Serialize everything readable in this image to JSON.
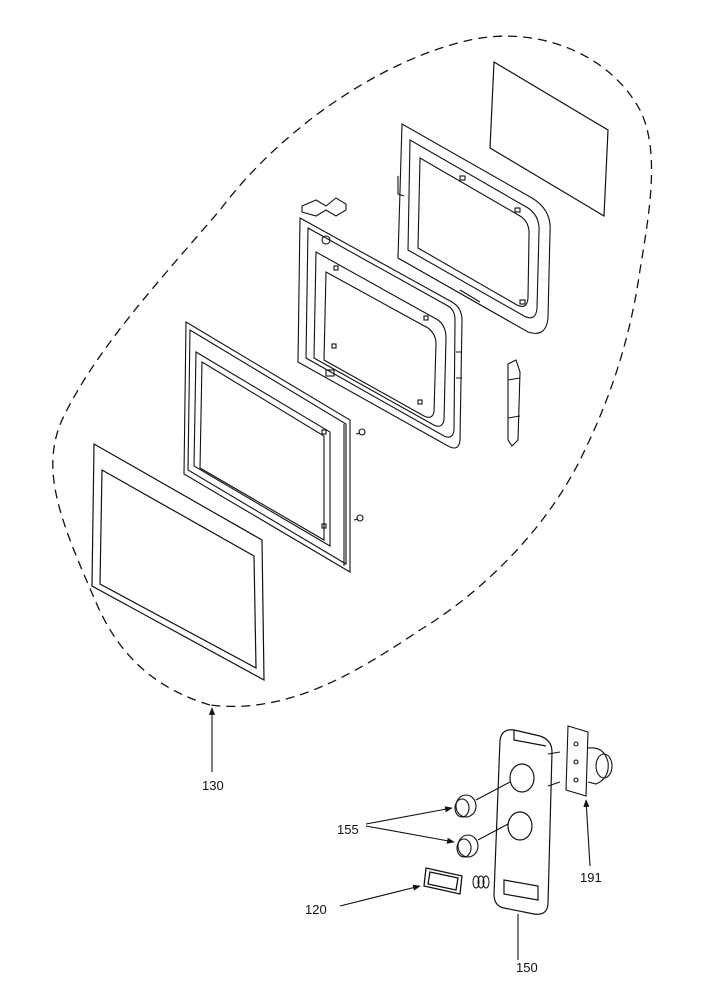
{
  "labels": {
    "door_assembly": "130",
    "knobs": "155",
    "window_plate": "120",
    "control_panel": "150",
    "bracket_switch": "191"
  },
  "colors": {
    "line": "#111111",
    "background": "#ffffff"
  }
}
